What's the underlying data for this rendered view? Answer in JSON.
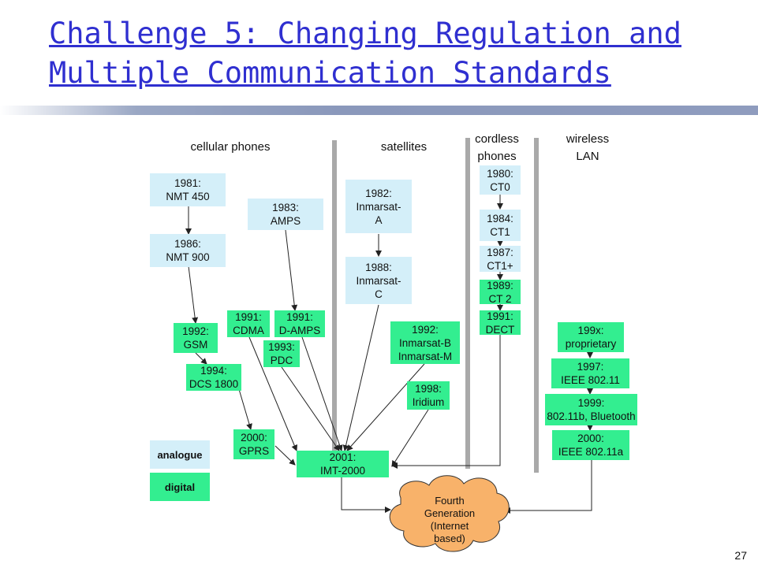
{
  "title": "Challenge 5: Changing Regulation and Multiple Communication Standards",
  "columns": {
    "cellular": "cellular phones",
    "satellites": "satellites",
    "cordless": "cordless\nphones",
    "wlan": "wireless\nLAN"
  },
  "nodes": {
    "nmt450": "1981:\nNMT 450",
    "nmt900": "1986:\nNMT 900",
    "amps": "1983:\nAMPS",
    "gsm": "1992:\nGSM",
    "cdma": "1991:\nCDMA",
    "damps": "1991:\nD-AMPS",
    "pdc": "1993:\nPDC",
    "dcs1800": "1994:\nDCS 1800",
    "gprs": "2000:\nGPRS",
    "imt2000": "2001:\nIMT-2000",
    "inmarsatA": "1982:\nInmarsat-\nA",
    "inmarsatC": "1988:\nInmarsat-\nC",
    "inmarsatBM": "1992:\nInmarsat-B\nInmarsat-M",
    "iridium": "1998:\nIridium",
    "ct0": "1980:\nCT0",
    "ct1": "1984:\nCT1",
    "ct1plus": "1987:\nCT1+",
    "ct2": "1989:\nCT 2",
    "dect": "1991:\nDECT",
    "proprietary": "199x:\nproprietary",
    "ieee80211": "1997:\nIEEE 802.11",
    "ieee80211b": "1999:\n802.11b, Bluetooth",
    "ieee80211a": "2000:\nIEEE 802.11a",
    "fourthgen": "Fourth\nGeneration\n(Internet\nbased)"
  },
  "legend": {
    "analogue": "analogue",
    "digital": "digital"
  },
  "page_number": "27",
  "colors": {
    "title": "#2f2fd0",
    "analogue_fill": "#d4eff9",
    "digital_fill": "#33ee90",
    "cloud_fill": "#f8b26a"
  }
}
